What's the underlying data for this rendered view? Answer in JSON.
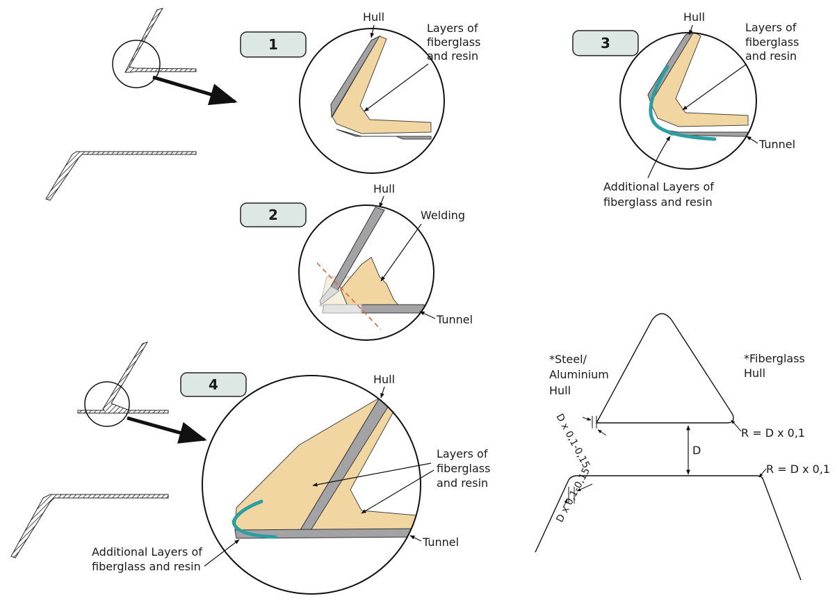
{
  "colors": {
    "resin": "#f2d6a2",
    "hull": "#a3a3a6",
    "teal": "#2a9ea2",
    "badge_fill": "#dde7e4",
    "weld_line": "#e0603b",
    "ink": "#1a1a1a"
  },
  "steps": [
    {
      "number": "1"
    },
    {
      "number": "2"
    },
    {
      "number": "3"
    },
    {
      "number": "4"
    }
  ],
  "step1": {
    "hull": "Hull",
    "layers": [
      "Layers of",
      "fiberglass",
      "and resin"
    ]
  },
  "step2": {
    "hull": "Hull",
    "welding": "Welding",
    "tunnel": "Tunnel"
  },
  "step3": {
    "hull": "Hull",
    "layers": [
      "Layers of",
      "fiberglass",
      "and resin"
    ],
    "tunnel": "Tunnel",
    "additional": [
      "Additional Layers of",
      "fiberglass and resin"
    ]
  },
  "step4": {
    "hull": "Hull",
    "layers": [
      "Layers of",
      "fiberglass",
      "and resin"
    ],
    "tunnel": "Tunnel",
    "additional": [
      "Additional Layers of",
      "fiberglass and resin"
    ]
  },
  "radius_diagram": {
    "steel_label": [
      "*Steel/",
      "Aluminium",
      "Hull"
    ],
    "fiberglass_label": [
      "*Fiberglass",
      "Hull"
    ],
    "radius_top": "R = D x 0,1",
    "radius_bottom": "R = D x 0,1",
    "gap": "D",
    "offset_top": "D x 0,1-0,15",
    "offset_bottom": "D x 0,1-0,15"
  }
}
